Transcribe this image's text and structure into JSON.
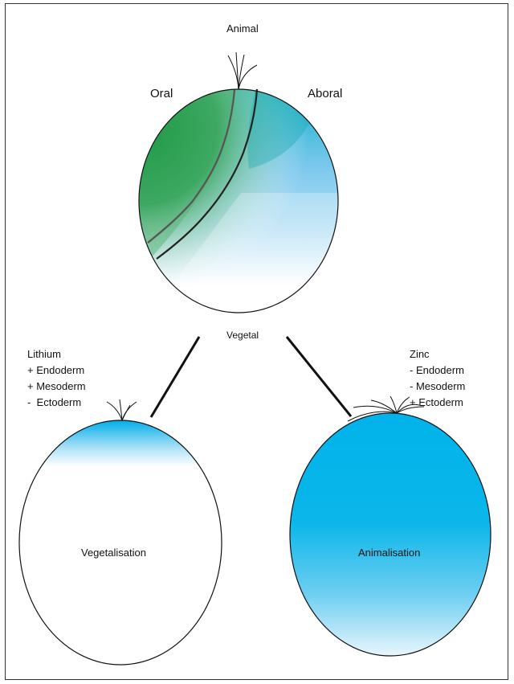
{
  "top_embryo": {
    "animal_label": "Animal",
    "oral_label": "Oral",
    "aboral_label": "Aboral",
    "vegetal_label": "Vegetal"
  },
  "left_treatment": {
    "agent": "Lithium",
    "effects": [
      "+ Endoderm",
      "+ Mesoderm",
      "-  Ectoderm"
    ],
    "outcome": "Vegetalisation"
  },
  "right_treatment": {
    "agent": "Zinc",
    "effects": [
      "- Endoderm",
      "- Mesoderm",
      "+ Ectoderm"
    ],
    "outcome": "Animalisation"
  },
  "colors": {
    "oral_green": "#1f9a45",
    "aboral_blue": "#00b3ea",
    "outline": "#111111"
  }
}
